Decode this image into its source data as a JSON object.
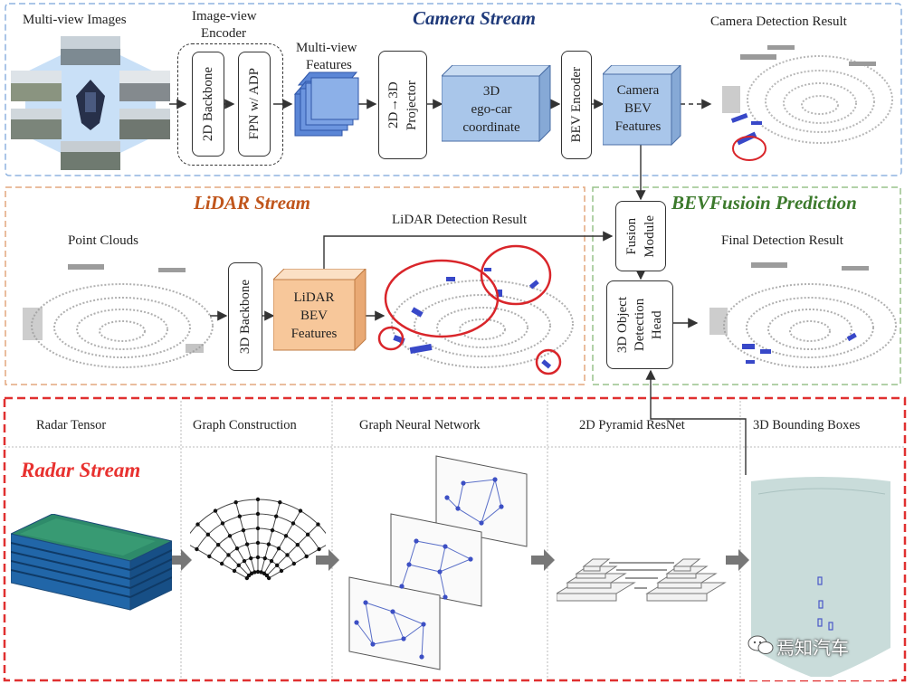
{
  "camera_stream": {
    "title": "Camera Stream",
    "multi_view_images": "Multi-view Images",
    "encoder_line1": "Image-view",
    "encoder_line2": "Encoder",
    "backbone_2d": "2D Backbone",
    "fpn": "FPN w/ ADP",
    "features_line1": "Multi-view",
    "features_line2": "Features",
    "projector_line1": "2D→3D",
    "projector_line2": "Projector",
    "ego_line1": "3D",
    "ego_line2": "ego-car",
    "ego_line3": "coordinate",
    "bev_encoder": "BEV Encoder",
    "cam_bev_line1": "Camera",
    "cam_bev_line2": "BEV",
    "cam_bev_line3": "Features",
    "detection_result": "Camera Detection Result"
  },
  "lidar_stream": {
    "title": "LiDAR Stream",
    "point_clouds": "Point Clouds",
    "backbone_3d": "3D Backbone",
    "bev_line1": "LiDAR",
    "bev_line2": "BEV",
    "bev_line3": "Features",
    "detection_result": "LiDAR Detection Result"
  },
  "fusion": {
    "title": "BEVFusioin Prediction",
    "module_line1": "Fusion",
    "module_line2": "Module",
    "head_line1": "3D Object",
    "head_line2": "Detection",
    "head_line3": "Head",
    "final_result": "Final Detection Result"
  },
  "radar_stream": {
    "title": "Radar Stream",
    "columns": [
      "Radar Tensor",
      "Graph Construction",
      "Graph Neural Network",
      "2D Pyramid ResNet",
      "3D Bounding Boxes"
    ]
  },
  "watermark": "焉知汽车",
  "colors": {
    "camera_title": "#1f3a7a",
    "lidar_title": "#c0551b",
    "fusion_title": "#3c7a2c",
    "radar_title": "#e8312f",
    "feature_blue": "#5b86d6",
    "cube_blue": "#a9c6ea",
    "cube_orange": "#f7c79a"
  }
}
